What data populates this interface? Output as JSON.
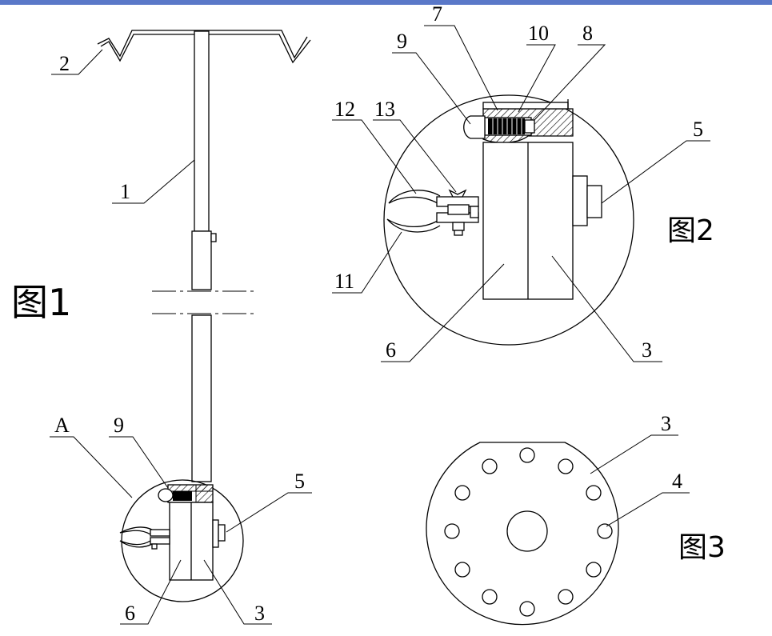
{
  "figures": {
    "fig1": "图1",
    "fig2": "图2",
    "fig3": "图3"
  },
  "labels": {
    "fig1_hook": "2",
    "fig1_pole": "1",
    "fig1_detail": "A",
    "fig1_handle": "9",
    "fig1_knob": "5",
    "fig1_block": "6",
    "fig1_base": "3",
    "fig2_screw": "7",
    "fig2_spring": "10",
    "fig2_pin": "8",
    "fig2_handle": "9",
    "fig2_clamp_upper": "12",
    "fig2_clamp_bolt": "13",
    "fig2_clamp_lower": "11",
    "fig2_knob": "5",
    "fig2_block": "6",
    "fig2_base": "3",
    "fig3_base": "3",
    "fig3_hole": "4"
  },
  "colors": {
    "line": "#000000",
    "background": "#ffffff",
    "window_bar": "#5a78c8"
  }
}
